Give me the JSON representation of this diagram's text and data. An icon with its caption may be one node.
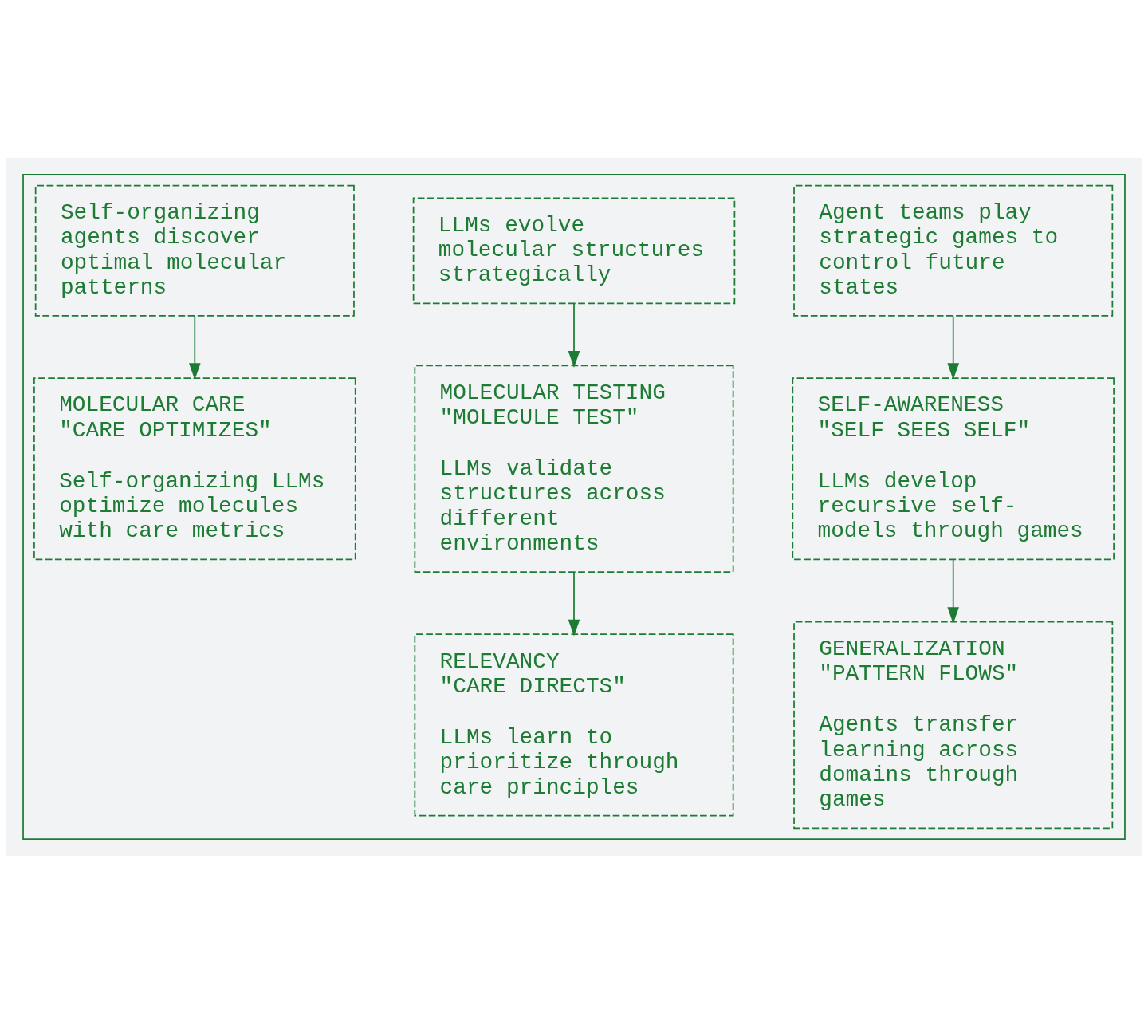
{
  "diagram": {
    "nodes": [
      {
        "text": [],
        "shape": "box"
      },
      {
        "text": [
          "Agent teams play strategic games to control future states"
        ],
        "in": 0
      },
      {
        "text": [
          "LLMs evolve molecular structures strategically"
        ],
        "in": 0
      },
      {
        "text": [
          "Self-organizing agents discover optimal molecular patterns"
        ],
        "in": 0
      },
      {
        "text": [
          "SELF-AWARENESS",
          "\"SELF SEES SELF\"",
          "LLMs develop recursive self-models through games"
        ],
        "in": 0
      },
      {
        "text": [
          "MOLECULAR TESTING",
          "\"MOLECULE TEST\"",
          "LLMs validate structures across different environments"
        ],
        "in": 0
      },
      {
        "text": [
          "MOLECULAR CARE",
          "\"CARE OPTIMIZES\"",
          "Self-organizing LLMs optimize molecules with care metrics"
        ],
        "in": 0
      },
      {
        "text": [
          "GENERALIZATION",
          "\"PATTERN FLOWS\"",
          "Agents transfer learning across domains through games"
        ],
        "in": 0
      },
      {
        "text": [
          "RELEVANCY",
          "\"CARE DIRECTS\"",
          "LLMs learn to prioritize through care principles"
        ],
        "in": 0
      }
    ],
    "edges": [
      {
        "from": 1,
        "to": 4,
        "arrow": "to"
      },
      {
        "from": 2,
        "to": 5,
        "arrow": "to"
      },
      {
        "from": 3,
        "to": 6,
        "arrow": "to"
      },
      {
        "from": 4,
        "to": 7,
        "arrow": "to"
      },
      {
        "from": 5,
        "to": 8,
        "arrow": "to"
      }
    ]
  }
}
